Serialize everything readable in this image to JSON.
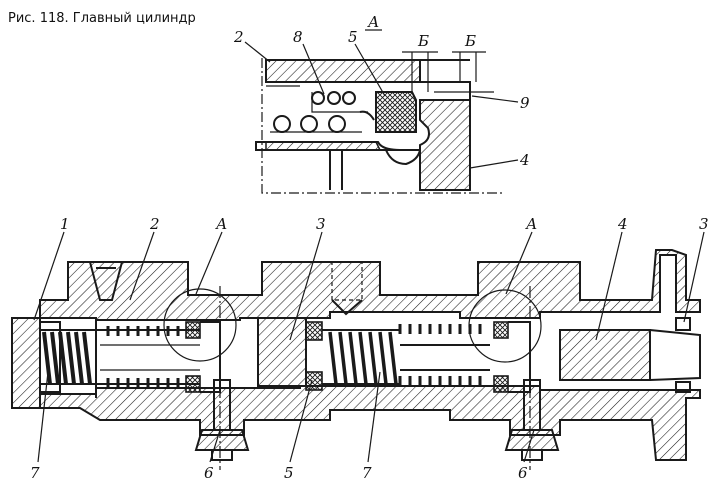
{
  "caption": "Рис. 118. Главный цилиндр",
  "detail": {
    "title": "А",
    "labels": {
      "l2": "2",
      "l8": "8",
      "l5": "5",
      "lB1": "Б",
      "lB2": "Б",
      "l9": "9",
      "l4": "4"
    }
  },
  "main": {
    "top_labels": {
      "l1": "1",
      "l2": "2",
      "lA1": "А",
      "l3a": "3",
      "lA2": "А",
      "l4": "4",
      "l3b": "3"
    },
    "bottom_labels": {
      "l7a": "7",
      "l6a": "6",
      "l5": "5",
      "l7b": "7",
      "l6b": "6"
    }
  }
}
